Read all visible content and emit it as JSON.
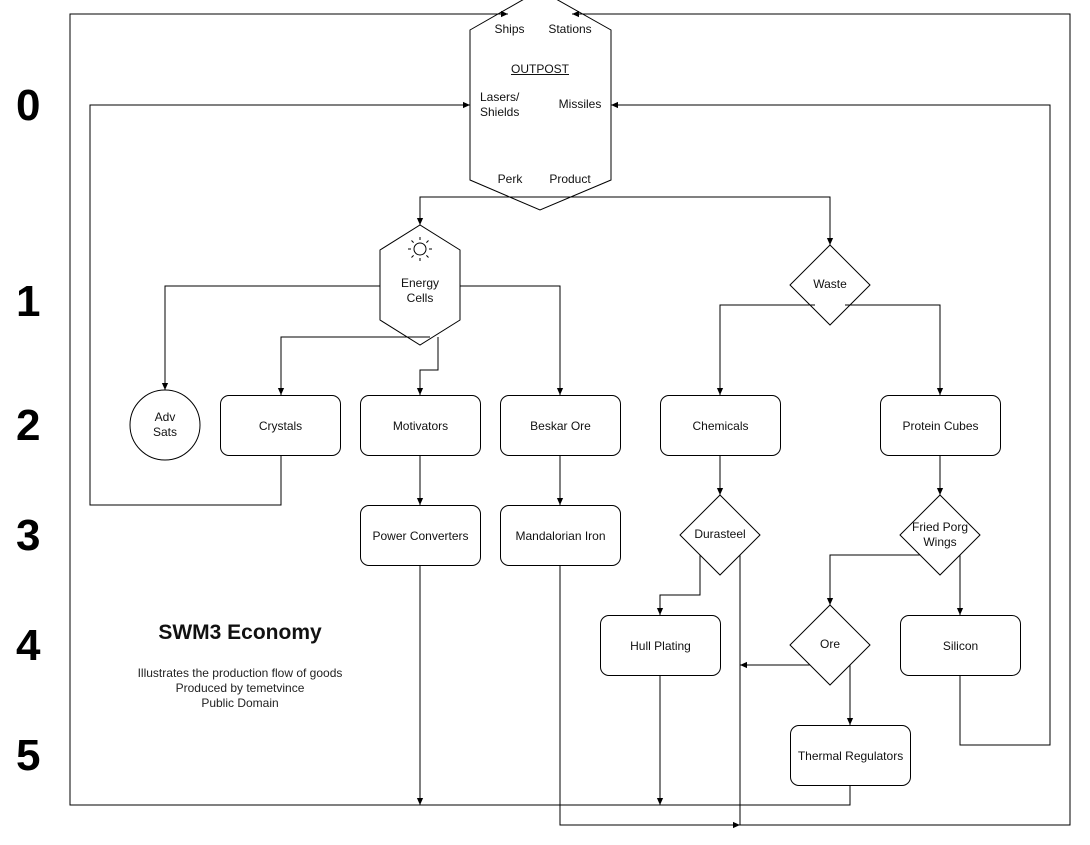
{
  "levels": [
    "0",
    "1",
    "2",
    "3",
    "4",
    "5"
  ],
  "outpost": {
    "title": "OUTPOST",
    "ships": "Ships",
    "stations": "Stations",
    "lasers": "Lasers/",
    "shields": "Shields",
    "missiles": "Missiles",
    "perk": "Perk",
    "product": "Product"
  },
  "energy_cells": {
    "line1": "Energy",
    "line2": "Cells",
    "icon": "sun-icon"
  },
  "waste": "Waste",
  "adv_sats": {
    "line1": "Adv",
    "line2": "Sats"
  },
  "crystals": "Crystals",
  "motivators": "Motivators",
  "beskar_ore": "Beskar Ore",
  "chemicals": "Chemicals",
  "protein_cubes": "Protein Cubes",
  "power_converters": "Power Converters",
  "mandalorian_iron": "Mandalorian Iron",
  "durasteel": "Durasteel",
  "fried_porg_wings": {
    "line1": "Fried Porg",
    "line2": "Wings"
  },
  "hull_plating": "Hull Plating",
  "ore": "Ore",
  "silicon": "Silicon",
  "thermal_regulators": "Thermal Regulators",
  "caption": {
    "title": "SWM3 Economy",
    "line1": "Illustrates the production flow of goods",
    "line2": "Produced by temetvince",
    "line3": "Public Domain"
  }
}
